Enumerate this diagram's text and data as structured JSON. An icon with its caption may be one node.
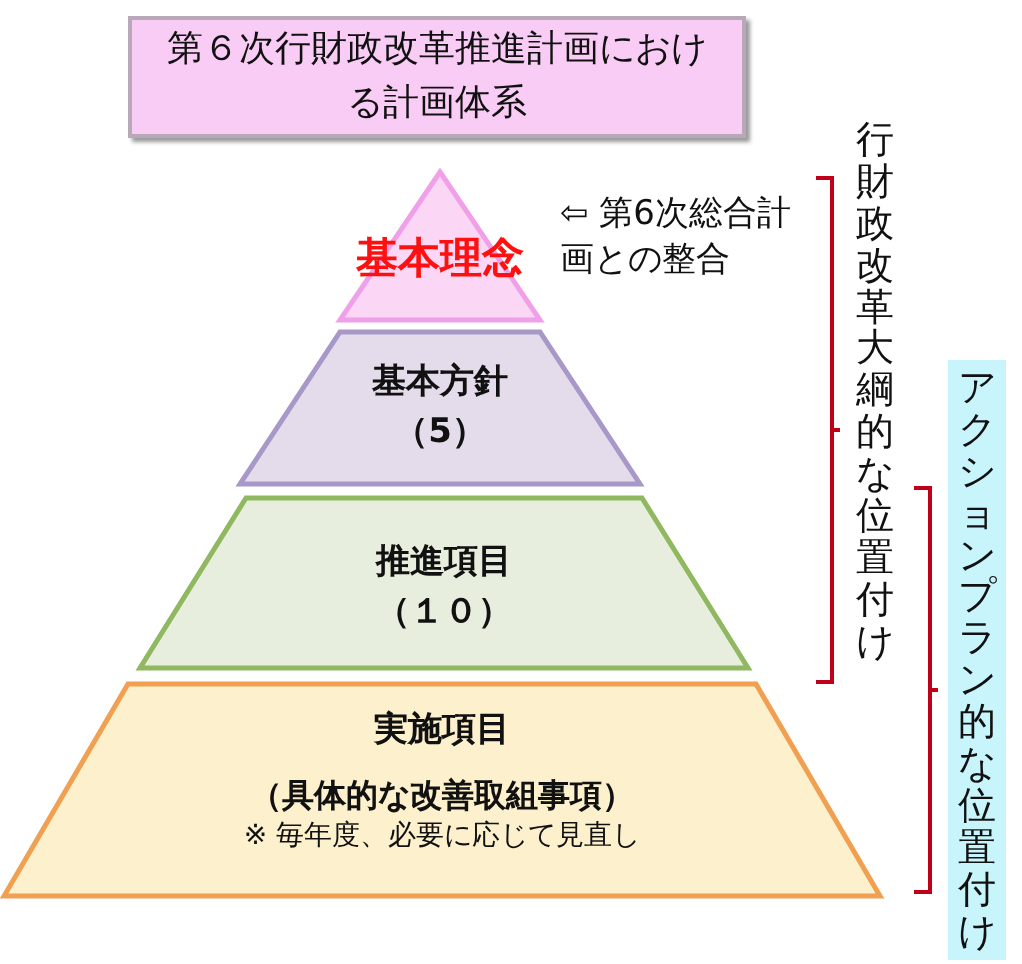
{
  "diagram": {
    "nodes": [
      {
        "text": [
          "第６次行財政改革推進計画における計画体系"
        ]
      },
      {
        "text": [
          "基本理念"
        ],
        "beside": [
          "⇦ 第6次総合計画との整合"
        ]
      },
      {
        "text": [
          "基本方針",
          "（5）"
        ]
      },
      {
        "text": [
          "推進項目",
          "（１０）"
        ]
      },
      {
        "text": [
          "実施項目",
          "（具体的な改善取組事項）",
          "※ 毎年度、必要に応じて見直し"
        ]
      }
    ],
    "labels": [
      "行財政改革大綱的な位置付け",
      "アクションプラン的な位置付け"
    ]
  }
}
